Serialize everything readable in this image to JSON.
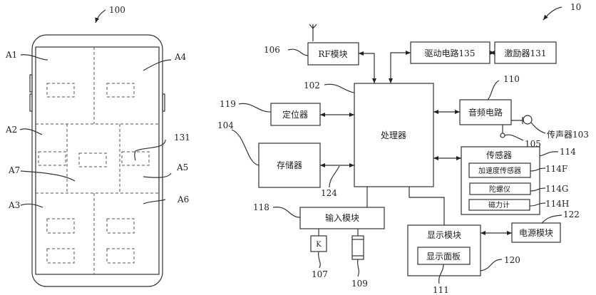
{
  "left_figure": {
    "ref": "100",
    "zones": [
      "A1",
      "A2",
      "A3",
      "A4",
      "A5",
      "A6",
      "A7"
    ],
    "actuator_ref": "131"
  },
  "right_figure": {
    "ref": "10",
    "processor": {
      "label": "处理器",
      "ref": "102"
    },
    "rf": {
      "label": "RF模块",
      "ref": "106"
    },
    "drive": {
      "label": "驱动电路135"
    },
    "exciter": {
      "label": "激励器131"
    },
    "locator": {
      "label": "定位器",
      "ref": "119"
    },
    "memory": {
      "label": "存储器",
      "ref": "104",
      "bus_ref": "124"
    },
    "audio": {
      "label": "音频电路",
      "ref": "110",
      "mic": "传声器103",
      "jack_ref": "105"
    },
    "sensor": {
      "label": "传感器",
      "ref": "114",
      "items": [
        {
          "label": "加速度传感器",
          "ref": "114F"
        },
        {
          "label": "陀螺仪",
          "ref": "114G"
        },
        {
          "label": "磁力计",
          "ref": "114H"
        }
      ]
    },
    "input": {
      "label": "输入模块",
      "ref": "118",
      "key": "K",
      "key_ref": "107",
      "part_ref": "109"
    },
    "display": {
      "label": "显示模块",
      "ref": "120",
      "panel": "显示面板",
      "panel_ref": "111"
    },
    "power": {
      "label": "电源模块",
      "ref": "122"
    }
  }
}
